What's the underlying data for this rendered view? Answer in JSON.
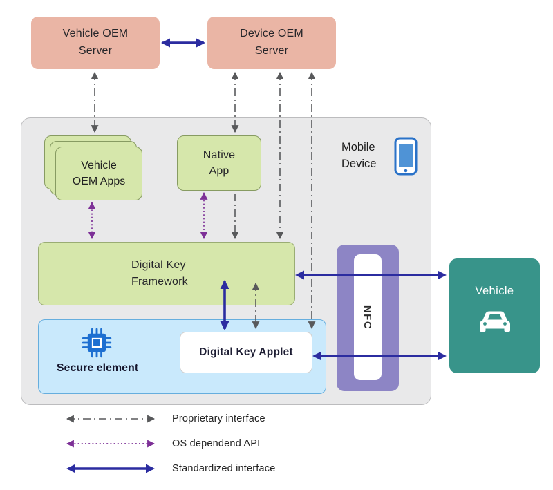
{
  "diagram": {
    "type": "architecture",
    "nodes": {
      "vehicle_oem_server": {
        "label": "Vehicle OEM Server"
      },
      "device_oem_server": {
        "label": "Device OEM Server"
      },
      "mobile_device": {
        "label": "Mobile Device"
      },
      "vehicle_oem_apps": {
        "label": "Vehicle OEM Apps"
      },
      "native_app": {
        "label": "Native App"
      },
      "digital_key_framework": {
        "label": "Digital Key Framework"
      },
      "secure_element": {
        "label": "Secure element"
      },
      "digital_key_applet": {
        "label": "Digital Key Applet"
      },
      "nfc": {
        "label": "NFC"
      },
      "vehicle": {
        "label": "Vehicle"
      }
    },
    "icons": {
      "phone": "smartphone-icon",
      "chip": "secure-element-chip-icon",
      "car": "car-icon"
    },
    "legend": {
      "items": [
        {
          "style": "dash-dot",
          "color": "#58595b",
          "label": "Proprietary interface"
        },
        {
          "style": "dotted",
          "color": "#7d3097",
          "label": "OS dependend API"
        },
        {
          "style": "solid",
          "color": "#2b2ca0",
          "label": "Standardized interface"
        }
      ]
    },
    "edges": [
      {
        "from": "vehicle_oem_server",
        "to": "device_oem_server",
        "type": "standardized"
      },
      {
        "from": "vehicle_oem_server",
        "to": "vehicle_oem_apps",
        "type": "proprietary"
      },
      {
        "from": "device_oem_server",
        "to": "native_app",
        "type": "proprietary"
      },
      {
        "from": "device_oem_server",
        "to": "digital_key_framework",
        "type": "proprietary"
      },
      {
        "from": "device_oem_server",
        "to": "digital_key_applet",
        "type": "proprietary"
      },
      {
        "from": "vehicle_oem_apps",
        "to": "digital_key_framework",
        "type": "os_dependent_api"
      },
      {
        "from": "native_app",
        "to": "digital_key_framework",
        "type": "os_dependent_api"
      },
      {
        "from": "digital_key_framework",
        "to": "digital_key_applet",
        "type": "proprietary"
      },
      {
        "from": "digital_key_framework",
        "to": "digital_key_applet",
        "type": "standardized"
      },
      {
        "from": "digital_key_framework",
        "to": "vehicle",
        "via": "nfc",
        "type": "standardized"
      },
      {
        "from": "digital_key_applet",
        "to": "vehicle",
        "via": "nfc",
        "type": "standardized"
      }
    ],
    "colors": {
      "server_fill": "#eab5a5",
      "app_fill": "#d6e7ab",
      "secure_element_fill": "#c9e9fc",
      "device_container_fill": "#e9e9ea",
      "nfc_fill": "#8d85c5",
      "vehicle_fill": "#38948a",
      "proprietary": "#58595b",
      "os_dependent_api": "#7d3097",
      "standardized": "#2b2ca0"
    }
  }
}
